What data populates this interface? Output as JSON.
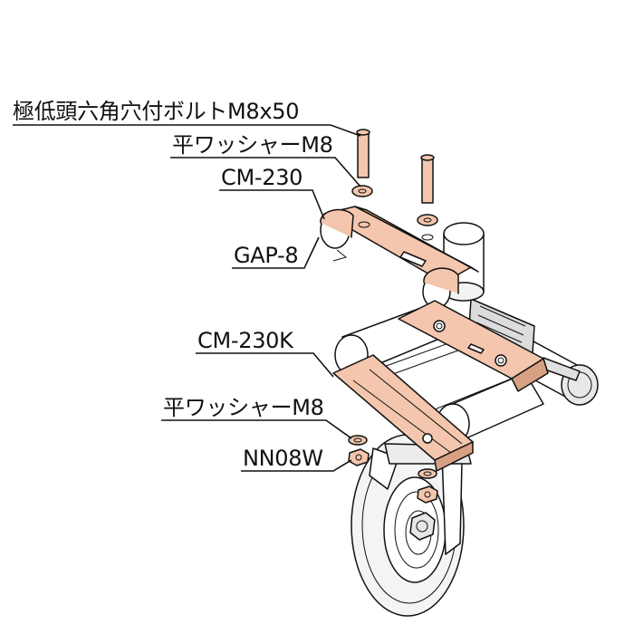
{
  "labels": {
    "bolt": "極低頭六角穴付ボルトM8x50",
    "washer_top": "平ワッシャーM8",
    "clamp_top": "CM-230",
    "gap": "GAP-8",
    "clamp_bottom": "CM-230K",
    "washer_bottom": "平ワッシャーM8",
    "nut": "NN08W"
  },
  "colors": {
    "copper": "#f3c6ad",
    "copper_dark": "#d9a183",
    "outline": "#111111",
    "tube": "#ffffff",
    "shade": "#d6d6d6",
    "tire": "#f4f4f4"
  }
}
